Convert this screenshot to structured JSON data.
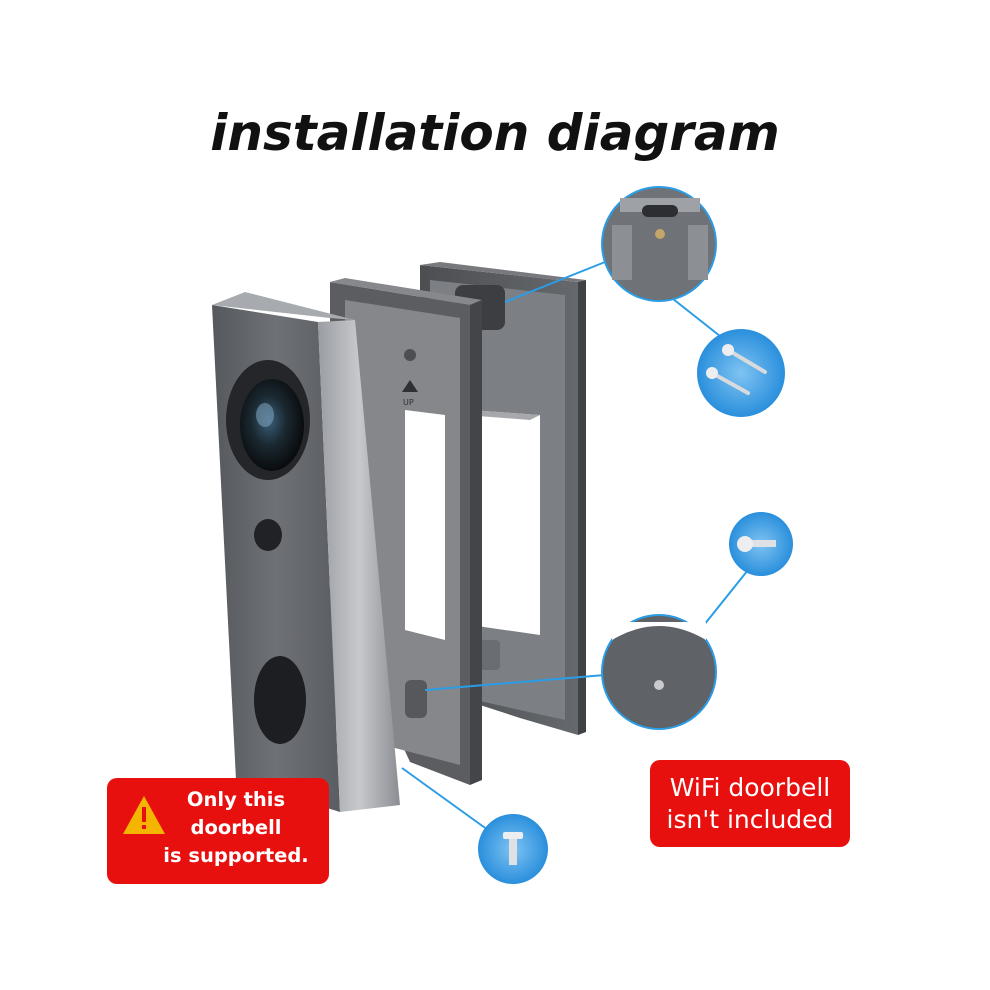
{
  "title": "installation diagram",
  "warning_badge": {
    "icon": "warning-triangle-icon",
    "text": "Only this\ndoorbell\nis supported."
  },
  "notice_badge": {
    "text": "WiFi doorbell\nisn't included"
  },
  "mount_label": "UP",
  "icons": [
    "wood-screw-icon",
    "machine-screw-icon",
    "small-screw-icon",
    "mount-slot-detail",
    "mount-hole-detail"
  ],
  "colors": {
    "badge_red": "#e8100e",
    "callout_blue": "#2a9de6",
    "device_gray": "#6b6e73",
    "plate_gray": "#5a5c60"
  }
}
